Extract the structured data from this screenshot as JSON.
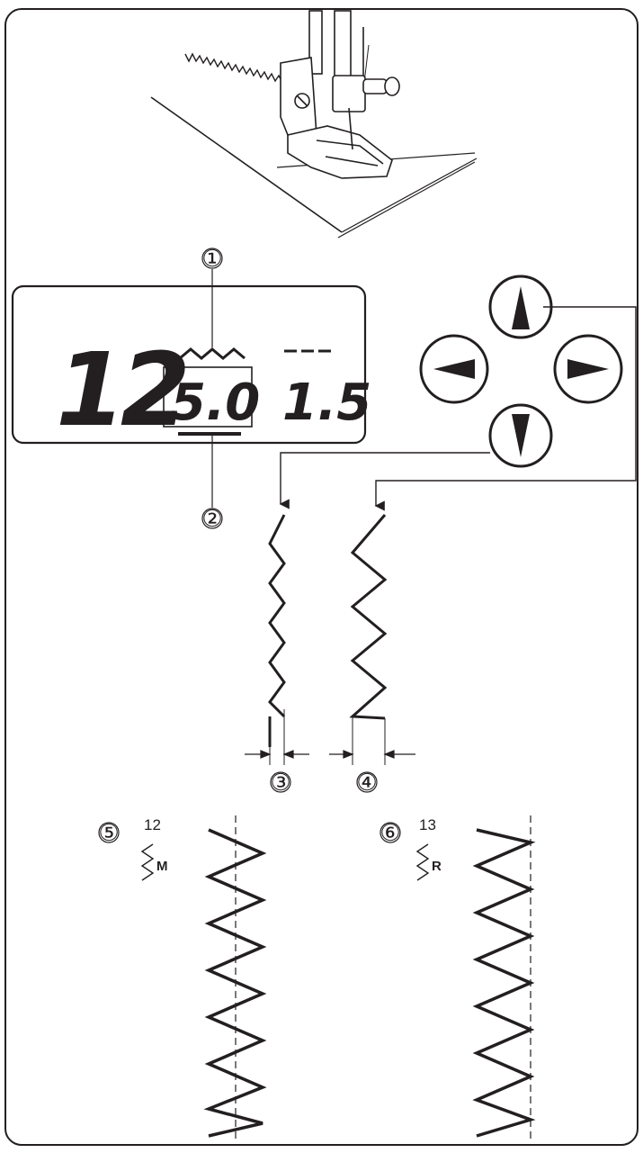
{
  "lcd": {
    "pattern_number": "12",
    "width_value": "5.0",
    "length_value": "1.5"
  },
  "callouts": {
    "width_indicator": "①",
    "width_underline": "②",
    "narrow_width": "③",
    "wide_width": "④",
    "middle_position": "⑤",
    "right_position": "⑥"
  },
  "patterns": {
    "middle_number": "12",
    "middle_letter": "M",
    "right_number": "13",
    "right_letter": "R"
  },
  "buttons": {
    "up_icon": "triangle-up",
    "down_icon": "triangle-down",
    "left_icon": "triangle-left",
    "right_icon": "triangle-right"
  },
  "colors": {
    "ink": "#231f20",
    "page": "#ffffff"
  }
}
